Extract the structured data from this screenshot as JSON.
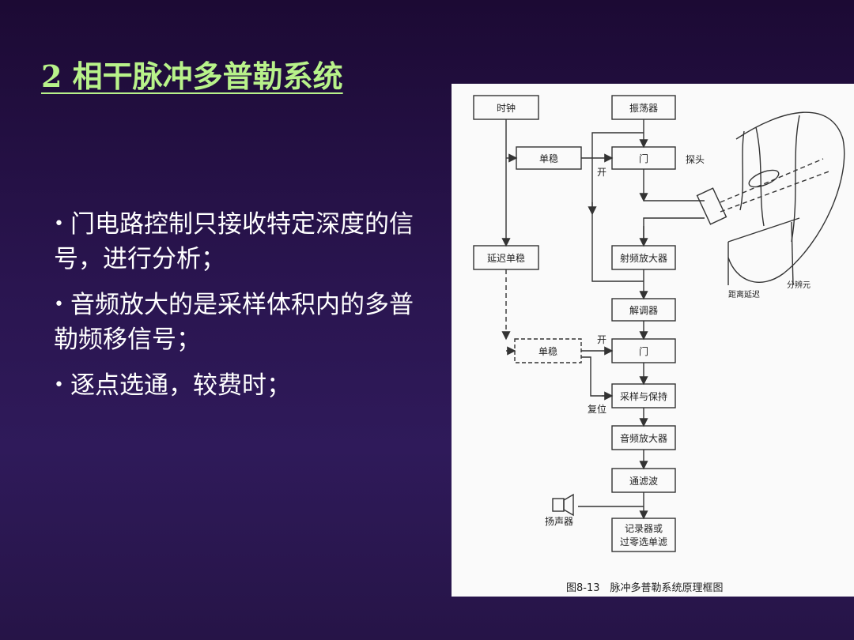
{
  "slide": {
    "title": "2 相干脉冲多普勒系统",
    "bullets": [
      "门电路控制只接收特定深度的信号，进行分析；",
      "音频放大的是采样体积内的多普勒频移信号；",
      "逐点选通，较费时；"
    ]
  },
  "figure": {
    "caption": "图8-13　脉冲多普勒系统原理框图",
    "blocks": {
      "clock": "时钟",
      "oscillator": "振荡器",
      "monostable1": "单稳",
      "gate1": "门",
      "delay_monostable": "延迟单稳",
      "rf_amplifier": "射频放大器",
      "demodulator": "解调器",
      "monostable2": "单稳",
      "gate2": "门",
      "sample_hold": "采样与保持",
      "audio_amplifier": "音频放大器",
      "filter": "通滤波",
      "recorder": [
        "记录器或",
        "过零选单滤"
      ]
    },
    "labels": {
      "open1": "开",
      "open2": "开",
      "reset": "复位",
      "probe": "探头",
      "speaker": "扬声器",
      "distance": "距离延迟",
      "resolution": "分辨元"
    }
  }
}
